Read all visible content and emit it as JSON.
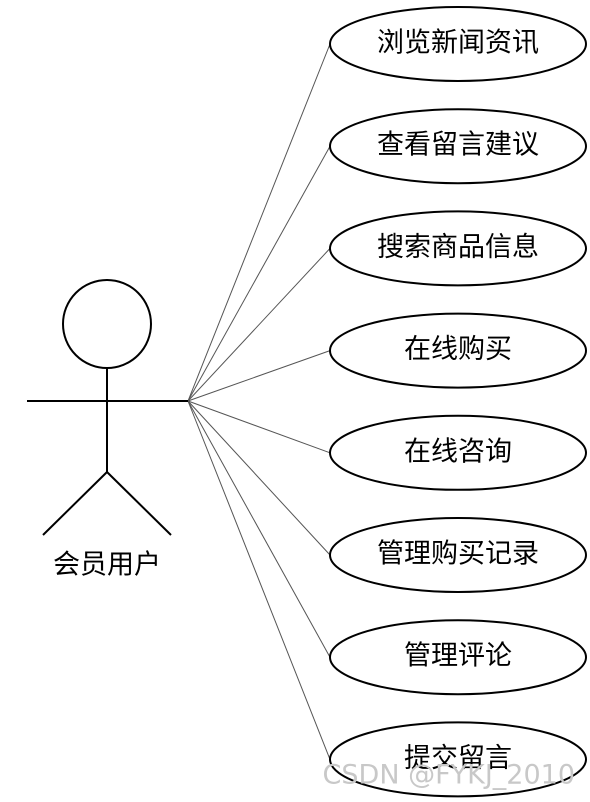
{
  "actor": {
    "label": "会员用户"
  },
  "use_cases": [
    "浏览新闻资讯",
    "查看留言建议",
    "搜索商品信息",
    "在线购买",
    "在线咨询",
    "管理购买记录",
    "管理评论",
    "提交留言"
  ],
  "watermark": "CSDN @FYKJ_2010",
  "colors": {
    "stroke": "#000000",
    "connector": "#555555",
    "watermark": "#c8c8c8"
  }
}
